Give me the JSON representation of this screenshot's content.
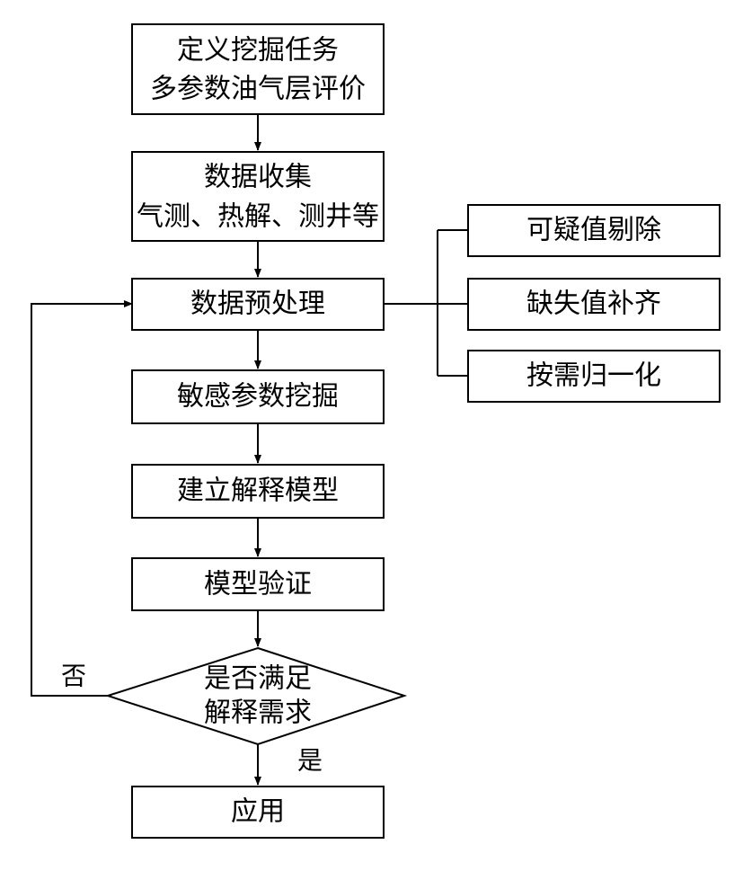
{
  "diagram": {
    "nodes": {
      "define_task": {
        "lines": [
          "定义挖掘任务",
          "多参数油气层评价"
        ]
      },
      "data_collection": {
        "lines": [
          "数据收集",
          "气测、热解、测井等"
        ]
      },
      "preprocess": {
        "lines": [
          "数据预处理"
        ]
      },
      "sensitive_params": {
        "lines": [
          "敏感参数挖掘"
        ]
      },
      "build_model": {
        "lines": [
          "建立解释模型"
        ]
      },
      "validate_model": {
        "lines": [
          "模型验证"
        ]
      },
      "decision": {
        "lines": [
          "是否满足",
          "解释需求"
        ]
      },
      "apply": {
        "lines": [
          "应用"
        ]
      },
      "remove_suspicious": {
        "lines": [
          "可疑值剔除"
        ]
      },
      "fill_missing": {
        "lines": [
          "缺失值补齐"
        ]
      },
      "normalize": {
        "lines": [
          "按需归一化"
        ]
      }
    },
    "edge_labels": {
      "no": "否",
      "yes": "是"
    }
  }
}
